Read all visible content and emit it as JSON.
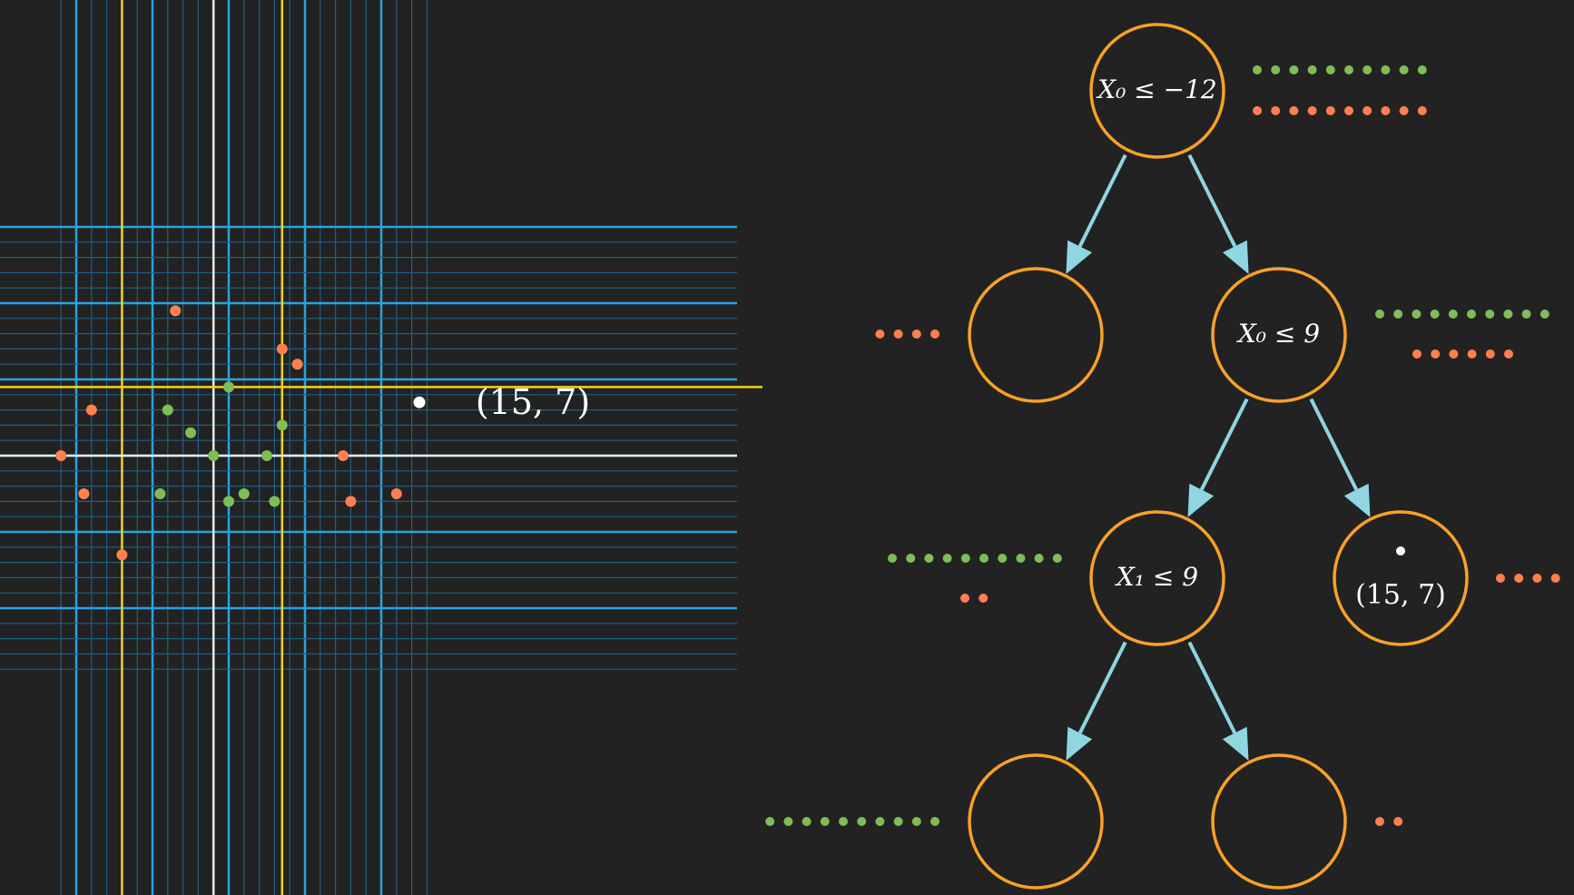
{
  "colors": {
    "background": "#222222",
    "grid_minor": "#1f5f86",
    "grid_major": "#29a3e0",
    "split_yellow": "#f3d21c",
    "split_white": "#e8e8e8",
    "class_green": "#7fbd57",
    "class_orange": "#ff7f50",
    "query_point": "#ffffff",
    "node_stroke": "#f7a128",
    "edge": "#8fd6e1"
  },
  "scatter": {
    "query_label": "(15, 7)",
    "grid": {
      "minor_step": 2,
      "major_step": 10,
      "x_range": [
        -32,
        16.5
      ],
      "y_range": [
        -29,
        30
      ]
    },
    "splits": {
      "vertical_yellow": [
        -24,
        -3
      ],
      "vertical_white": -12,
      "horizontal_yellow": 9,
      "horizontal_white": 0
    },
    "query_point": {
      "x": 15,
      "y": 7
    },
    "orange_points": [
      {
        "x": -17,
        "y": 19
      },
      {
        "x": -3,
        "y": 14
      },
      {
        "x": -1,
        "y": 12
      },
      {
        "x": -28,
        "y": 6
      },
      {
        "x": -32,
        "y": 0
      },
      {
        "x": 5,
        "y": 0
      },
      {
        "x": -29,
        "y": -5
      },
      {
        "x": 6,
        "y": -6
      },
      {
        "x": 12,
        "y": -5
      },
      {
        "x": -24,
        "y": -13
      }
    ],
    "green_points": [
      {
        "x": -10,
        "y": 9
      },
      {
        "x": -18,
        "y": 6
      },
      {
        "x": -15,
        "y": 3
      },
      {
        "x": -3,
        "y": 4
      },
      {
        "x": -12,
        "y": 0
      },
      {
        "x": -5,
        "y": 0
      },
      {
        "x": -19,
        "y": -5
      },
      {
        "x": -8,
        "y": -5
      },
      {
        "x": -10,
        "y": -6
      },
      {
        "x": -4,
        "y": -6
      }
    ]
  },
  "tree": {
    "root_label": "X₀ ≤ −12",
    "right_label": "X₀ ≤ 9",
    "rl_label": "X₁ ≤ 9",
    "leaf_label": "(15, 7)",
    "counts": {
      "root": {
        "green": 10,
        "orange": 10
      },
      "left_leaf": {
        "green": 0,
        "orange": 4
      },
      "right_node": {
        "green": 10,
        "orange": 6
      },
      "rl_node": {
        "green": 10,
        "orange": 2
      },
      "rr_leaf": {
        "green": 0,
        "orange": 4
      },
      "rll_leaf": {
        "green": 10,
        "orange": 0
      },
      "rlr_leaf": {
        "green": 0,
        "orange": 2
      }
    }
  }
}
